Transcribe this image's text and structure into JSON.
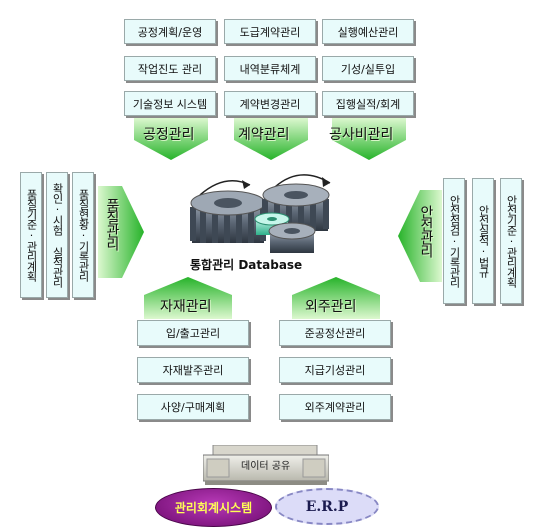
{
  "top": {
    "col1": {
      "items": [
        "공정계획/운영",
        "작업진도 관리",
        "기술정보 시스템"
      ],
      "label": "공정관리"
    },
    "col2": {
      "items": [
        "도급계약관리",
        "내역분류체계",
        "계약변경관리"
      ],
      "label": "계약관리"
    },
    "col3": {
      "items": [
        "실행예산관리",
        "기성/실투입",
        "집행실적/회계"
      ],
      "label": "공사비관리"
    }
  },
  "left": {
    "items": [
      "품질기준·관리계획",
      "확인·시험 실적관리",
      "품질현황·기록관리"
    ],
    "label": "품질관리"
  },
  "right": {
    "items": [
      "안전점검·기록관리",
      "안전실적·법규",
      "안전기준·관리계획"
    ],
    "label": "안전관리"
  },
  "bottom": {
    "col1": {
      "label": "자재관리",
      "items": [
        "입/출고관리",
        "자재발주관리",
        "사양/구매계획"
      ]
    },
    "col2": {
      "label": "외주관리",
      "items": [
        "준공정산관리",
        "지급기성관리",
        "외주계약관리"
      ]
    }
  },
  "center": {
    "label": "통합관리 Database"
  },
  "share": {
    "label": "데이터 공유"
  },
  "ovals": {
    "left": "관리회계시스템",
    "right": "E.R.P"
  },
  "colors": {
    "box_fill": "#e8fbfb",
    "arrow_top": "#cdf6bb",
    "arrow_bottom": "#27b32a",
    "oval_left": "#8f0f8f",
    "oval_right": "#dcdcf8",
    "gear": "#5f6a78"
  }
}
